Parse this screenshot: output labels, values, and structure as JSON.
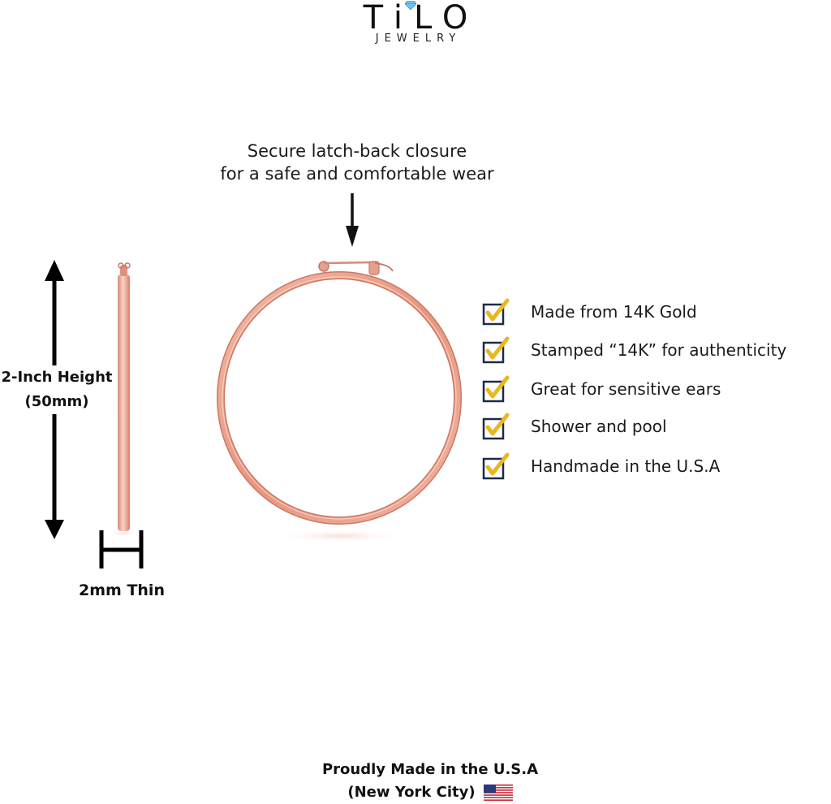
{
  "brand": {
    "name": "TiLO",
    "tagline": "JEWELRY",
    "gem_color": "#6fc3f0"
  },
  "callout": {
    "line1": "Secure latch-back closure",
    "line2": "for a safe and comfortable wear"
  },
  "dimensions": {
    "height_line1": "2-Inch Height",
    "height_line2": "(50mm)",
    "thickness": "2mm Thin"
  },
  "features": [
    {
      "text": "Made from 14K Gold"
    },
    {
      "text": "Stamped “14K” for authenticity"
    },
    {
      "text": "Great for sensitive ears"
    },
    {
      "text": "Shower and pool"
    },
    {
      "text": "Handmade in the U.S.A"
    }
  ],
  "footer": {
    "line1": "Proudly Made in the U.S.A",
    "line2": "(New York City)",
    "flag_icon": "us-flag-icon"
  },
  "colors": {
    "rose_gold": "#e9a08a",
    "rose_gold_dark": "#c9786a",
    "check_gold": "#e8b81f",
    "box_navy": "#1d2a4a"
  }
}
